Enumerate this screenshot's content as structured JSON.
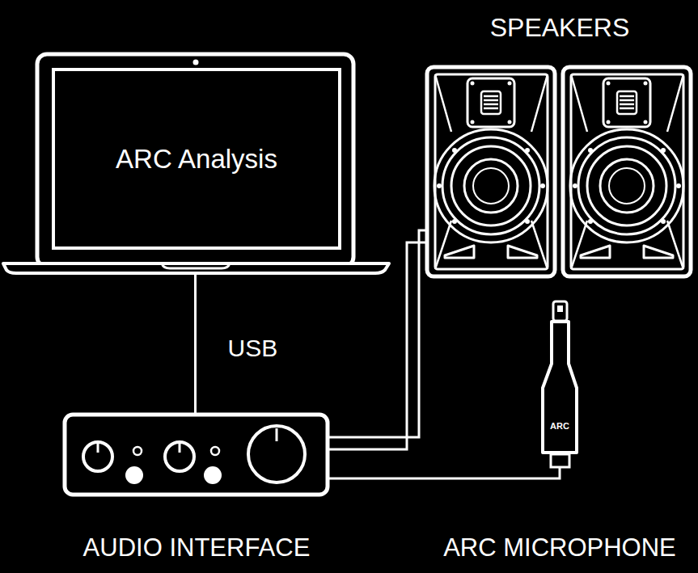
{
  "diagram": {
    "nodes": [
      {
        "text": [
          "ARC Analysis"
        ]
      },
      {
        "text": [
          "SPEAKERS"
        ]
      },
      {
        "text": [
          "AUDIO INTERFACE"
        ]
      },
      {
        "text": [
          "ARC",
          "ARC MICROPHONE"
        ]
      }
    ],
    "edges": [
      {
        "from": 0,
        "to": 2,
        "label": "USB",
        "arrow": "none"
      },
      {
        "from": 2,
        "to": 1,
        "arrow": "none"
      },
      {
        "from": 2,
        "to": 1,
        "arrow": "none"
      },
      {
        "from": 2,
        "to": 3,
        "arrow": "none"
      }
    ]
  }
}
